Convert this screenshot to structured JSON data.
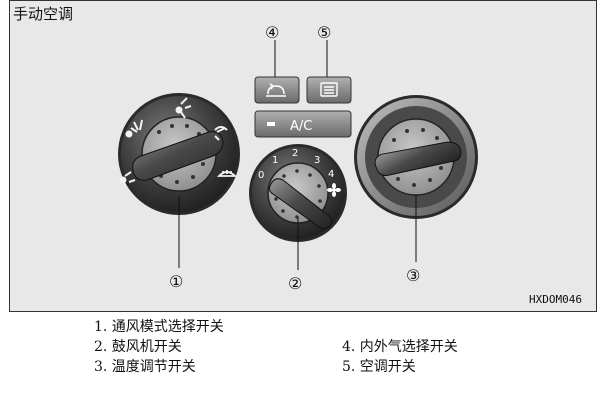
{
  "title": "手动空调",
  "figure_code": "HXDOM046",
  "button_label_ac": "A/C",
  "callouts": [
    "①",
    "②",
    "③",
    "④",
    "⑤"
  ],
  "blower_speeds": [
    "0",
    "1",
    "2",
    "3",
    "4"
  ],
  "legend": [
    "1. 通风模式选择开关",
    "2. 鼓风机开关",
    "3. 温度调节开关",
    "4. 内外气选择开关",
    "5. 空调开关"
  ],
  "colors": {
    "panel_bg": "#e8e8e8",
    "knob_dark": "#3a3a3a",
    "button_gray": "#8a8a8a"
  }
}
